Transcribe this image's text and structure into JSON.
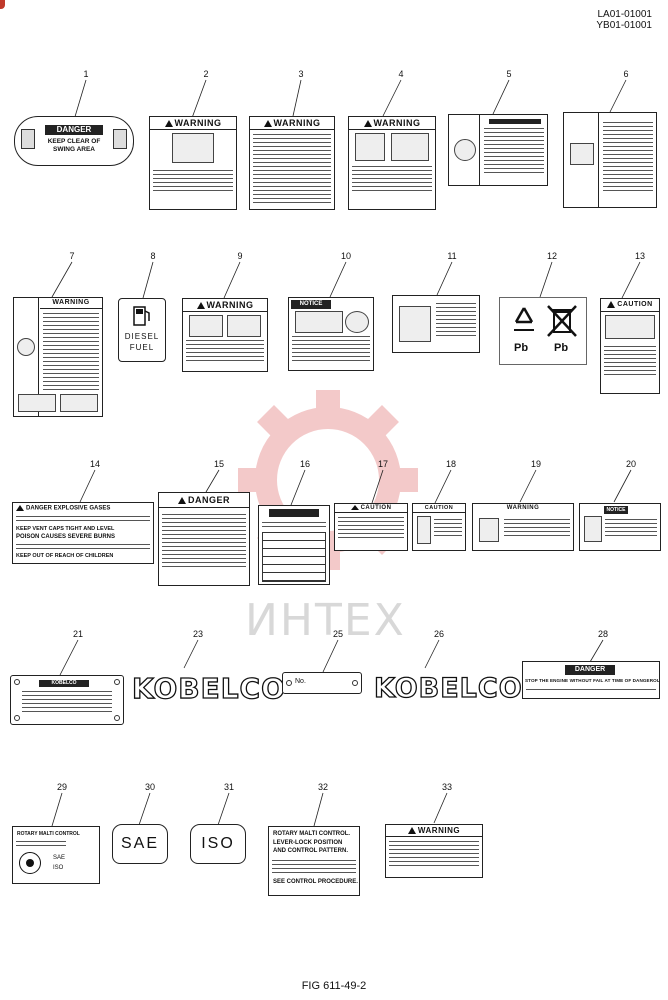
{
  "header": {
    "code1": "LA01-01001",
    "code2": "YB01-01001"
  },
  "watermark": "ИНТЕХ",
  "footer": {
    "figure": "FIG 611-49-2"
  },
  "labels": {
    "l1": {
      "num": "1",
      "title": "DANGER",
      "text": "KEEP CLEAR OF SWING AREA"
    },
    "l2": {
      "num": "2",
      "title": "WARNING"
    },
    "l3": {
      "num": "3",
      "title": "WARNING"
    },
    "l4": {
      "num": "4",
      "title": "WARNING"
    },
    "l5": {
      "num": "5"
    },
    "l6": {
      "num": "6"
    },
    "l7": {
      "num": "7",
      "title": "WARNING"
    },
    "l8": {
      "num": "8",
      "text1": "DIESEL",
      "text2": "FUEL"
    },
    "l9": {
      "num": "9",
      "title": "WARNING"
    },
    "l10": {
      "num": "10",
      "title": "NOTICE"
    },
    "l11": {
      "num": "11"
    },
    "l12": {
      "num": "12",
      "left": "Pb",
      "right": "Pb"
    },
    "l13": {
      "num": "13",
      "title": "CAUTION"
    },
    "l14": {
      "num": "14",
      "title": "DANGER EXPLOSIVE GASES",
      "mid": "KEEP VENT CAPS TIGHT AND LEVEL",
      "poison": "POISON CAUSES SEVERE BURNS",
      "bottom": "KEEP OUT OF REACH OF CHILDREN"
    },
    "l15": {
      "num": "15",
      "title": "DANGER"
    },
    "l16": {
      "num": "16"
    },
    "l17": {
      "num": "17",
      "title": "CAUTION"
    },
    "l18": {
      "num": "18",
      "title": "CAUTION"
    },
    "l19": {
      "num": "19",
      "title": "WARNING"
    },
    "l20": {
      "num": "20",
      "title": "NOTICE"
    },
    "l21": {
      "num": "21",
      "title": "KOBELCO"
    },
    "l23": {
      "num": "23",
      "logo": "KOBELCO"
    },
    "l25": {
      "num": "25",
      "text": "No."
    },
    "l26": {
      "num": "26",
      "logo": "KOBELCO"
    },
    "l28": {
      "num": "28",
      "title": "DANGER",
      "text": "STOP THE ENGINE WITHOUT FAIL AT TIME OF DANGEROUS"
    },
    "l29": {
      "num": "29",
      "text": "ROTARY MALTI CONTROL",
      "a": "SAE",
      "b": "ISO"
    },
    "l30": {
      "num": "30",
      "text": "SAE"
    },
    "l31": {
      "num": "31",
      "text": "ISO"
    },
    "l32": {
      "num": "32",
      "line1": "ROTARY MALTI CONTROL.",
      "line2": "LEVER-LOCK POSITION",
      "line3": "AND CONTROL PATTERN.",
      "line4": "SEE CONTROL PROCEDURE."
    },
    "l33": {
      "num": "33",
      "title": "WARNING"
    }
  }
}
